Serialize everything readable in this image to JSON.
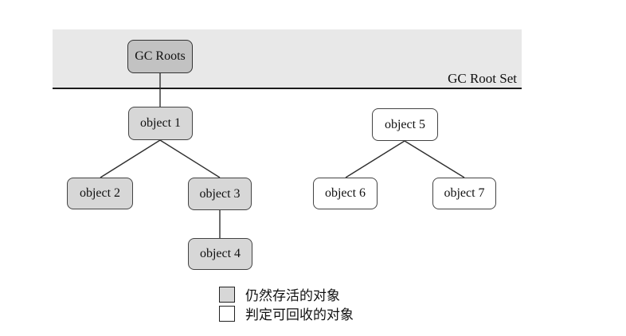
{
  "band": {
    "label": "GC Root Set"
  },
  "nodes": {
    "gc_roots": {
      "label": "GC Roots"
    },
    "object1": {
      "label": "object 1"
    },
    "object2": {
      "label": "object 2"
    },
    "object3": {
      "label": "object 3"
    },
    "object4": {
      "label": "object 4"
    },
    "object5": {
      "label": "object 5"
    },
    "object6": {
      "label": "object 6"
    },
    "object7": {
      "label": "object 7"
    }
  },
  "edges": [
    {
      "from": "gc_roots",
      "to": "object1"
    },
    {
      "from": "object1",
      "to": "object2"
    },
    {
      "from": "object1",
      "to": "object3"
    },
    {
      "from": "object3",
      "to": "object4"
    },
    {
      "from": "object5",
      "to": "object6"
    },
    {
      "from": "object5",
      "to": "object7"
    }
  ],
  "legend": {
    "alive": "仍然存活的对象",
    "recyclable": "判定可回收的对象"
  },
  "colors": {
    "band": "#e8e8e8",
    "gc_roots_fill": "#c2c2c2",
    "alive_fill": "#d7d7d7",
    "recyclable_fill": "#ffffff",
    "edge": "#2f2f2f"
  }
}
